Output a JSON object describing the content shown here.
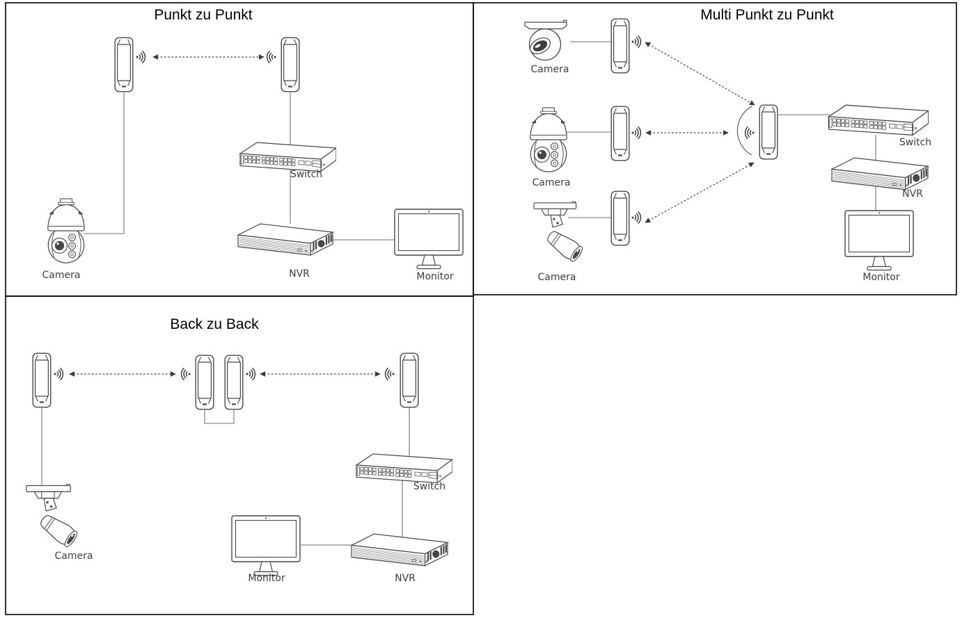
{
  "panels": [
    {
      "id": "punkt-zu-punkt",
      "title": "Punkt zu Punkt",
      "labels": {
        "camera": "Camera",
        "switch": "Switch",
        "nvr": "NVR",
        "monitor": "Monitor"
      }
    },
    {
      "id": "multi-punkt-zu-punkt",
      "title": "Multi Punkt zu Punkt",
      "labels": {
        "camera1": "Camera",
        "camera2": "Camera",
        "camera3": "Camera",
        "switch": "Switch",
        "nvr": "NVR",
        "monitor": "Monitor"
      }
    },
    {
      "id": "back-zu-back",
      "title": "Back zu Back",
      "labels": {
        "camera": "Camera",
        "switch": "Switch",
        "nvr": "NVR",
        "monitor": "Monitor"
      }
    }
  ],
  "device_icons": [
    "wireless-bridge-icon",
    "wifi-signal-icon",
    "ptz-camera-icon",
    "turret-camera-icon",
    "bullet-camera-icon",
    "switch-icon",
    "nvr-icon",
    "monitor-icon",
    "wireless-link-arrow",
    "coverage-arc"
  ],
  "colors": {
    "outline": "#474747",
    "cable": "#8a8a8a",
    "wireless_link": "#3c3c3c",
    "label_text": "#3d3d3d",
    "title_text": "#000000",
    "panel_border": "#000000",
    "background": "#ffffff"
  }
}
